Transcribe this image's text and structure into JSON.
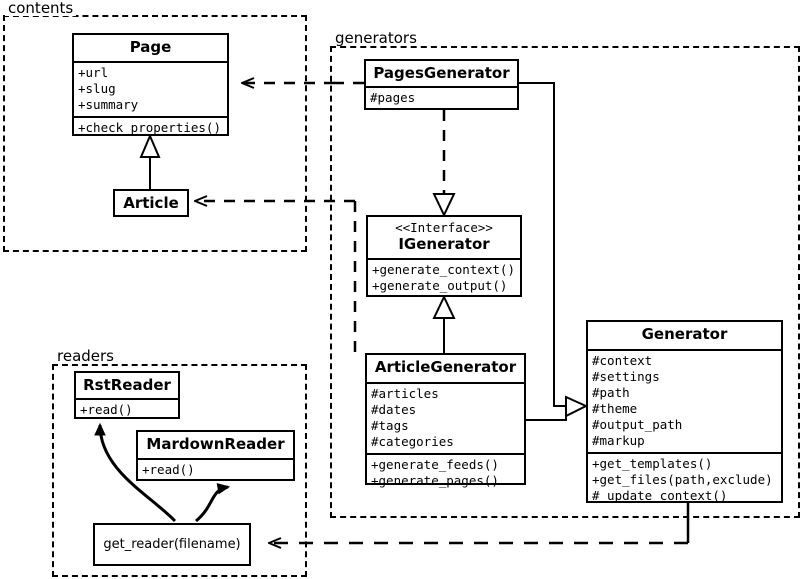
{
  "diagram": {
    "type": "uml-class-diagram",
    "packages": [
      {
        "id": "contents",
        "label": "contents"
      },
      {
        "id": "generators",
        "label": "generators"
      },
      {
        "id": "readers",
        "label": "readers"
      }
    ],
    "classes": [
      {
        "id": "page",
        "name": "Page",
        "stereotype": "",
        "attributes": [
          "+url",
          "+slug",
          "+summary"
        ],
        "operations": [
          "+check_properties()"
        ],
        "package": "contents"
      },
      {
        "id": "article",
        "name": "Article",
        "stereotype": "",
        "attributes": [],
        "operations": [],
        "package": "contents"
      },
      {
        "id": "pages-generator",
        "name": "PagesGenerator",
        "stereotype": "",
        "attributes": [
          "#pages"
        ],
        "operations": [],
        "package": "generators"
      },
      {
        "id": "igenerator",
        "name": "IGenerator",
        "stereotype": "<<Interface>>",
        "attributes": [],
        "operations": [
          "+generate_context()",
          "+generate_output()"
        ],
        "package": "generators"
      },
      {
        "id": "article-generator",
        "name": "ArticleGenerator",
        "stereotype": "",
        "attributes": [
          "#articles",
          "#dates",
          "#tags",
          "#categories"
        ],
        "operations": [
          "+generate_feeds()",
          "+generate_pages()"
        ],
        "package": "generators"
      },
      {
        "id": "generator",
        "name": "Generator",
        "stereotype": "",
        "attributes": [
          "#context",
          "#settings",
          "#path",
          "#theme",
          "#output_path",
          "#markup"
        ],
        "operations": [
          "+get_templates()",
          "+get_files(path,exclude)",
          "#_update_context()"
        ],
        "package": "generators"
      },
      {
        "id": "rst-reader",
        "name": "RstReader",
        "stereotype": "",
        "attributes": [],
        "operations": [
          "+read()"
        ],
        "package": "readers"
      },
      {
        "id": "mardown-reader",
        "name": "MardownReader",
        "stereotype": "",
        "attributes": [],
        "operations": [
          "+read()"
        ],
        "package": "readers"
      }
    ],
    "functions": [
      {
        "id": "get-reader",
        "label": "get_reader(filename)",
        "package": "readers"
      }
    ],
    "relations": [
      {
        "from": "article",
        "to": "page",
        "kind": "generalization"
      },
      {
        "from": "pages-generator",
        "to": "igenerator",
        "kind": "realization"
      },
      {
        "from": "article-generator",
        "to": "igenerator",
        "kind": "generalization"
      },
      {
        "from": "pages-generator",
        "to": "generator",
        "kind": "generalization"
      },
      {
        "from": "article-generator",
        "to": "generator",
        "kind": "generalization"
      },
      {
        "from": "pages-generator",
        "to": "page",
        "kind": "dependency"
      },
      {
        "from": "article-generator",
        "to": "article",
        "kind": "dependency"
      },
      {
        "from": "generator",
        "to": "get-reader",
        "kind": "dependency"
      }
    ],
    "colors": {
      "stroke": "#000000",
      "background": "#ffffff"
    }
  }
}
